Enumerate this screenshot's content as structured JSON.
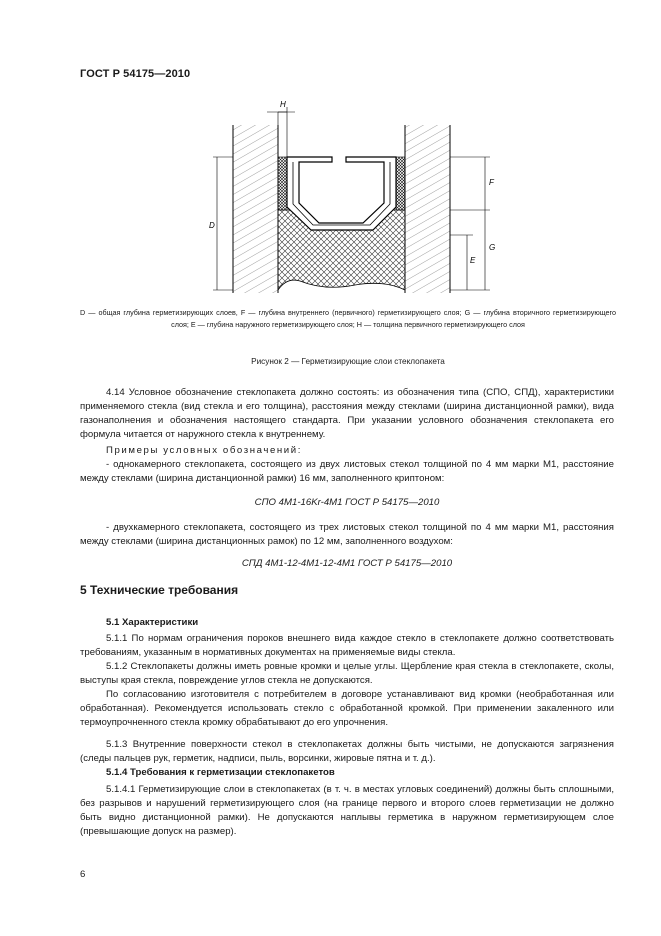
{
  "header": {
    "doc_id": "ГОСТ Р 54175—2010"
  },
  "figure": {
    "dim_labels": {
      "H": "H",
      "F": "F",
      "D": "D",
      "G": "G",
      "E": "E"
    },
    "legend": "D — общая глубина герметизирующих слоев, F — глубина внутреннего (первичного) герметизирующего слоя; G — глубина вторичного герметизирующего слоя; E — глубина наружного герметизирующего слоя; H — толщина первичного герметизирующего слоя",
    "caption": "Рисунок 2 — Герметизирующие слои стеклопакета"
  },
  "clause_4_14": {
    "text": "4.14 Условное обозначение стеклопакета должно состоять: из обозначения типа (СПО, СПД), характеристики применяемого стекла (вид стекла и его толщина), расстояния между стеклами (ширина дистанционной рамки), вида газонаполнения и обозначения настоящего стандарта. При указании условного обозначения стеклопакета его формула читается от наружного стекла к внутреннему.",
    "examples_heading": "Примеры условных обозначений:",
    "example1_text": "- однокамерного стеклопакета, состоящего из двух листовых стекол толщиной по 4 мм марки М1, расстояние между стеклами (ширина дистанционной рамки) 16 мм, заполненного криптоном:",
    "example1_formula": "СПО 4М1-16Kr-4М1 ГОСТ Р 54175—2010",
    "example2_text": "- двухкамерного стеклопакета, состоящего из трех листовых стекол толщиной по 4 мм марки М1, расстояния между стеклами (ширина дистанционных рамок) по 12 мм, заполненного воздухом:",
    "example2_formula": "СПД 4М1-12-4М1-12-4М1 ГОСТ Р 54175—2010"
  },
  "section_5": {
    "title": "5 Технические требования",
    "sub_5_1": "5.1 Характеристики",
    "p_5_1_1": "5.1.1 По нормам ограничения пороков внешнего вида каждое стекло в стеклопакете должно соответствовать требованиям, указанным в нормативных документах на применяемые виды стекла.",
    "p_5_1_2": "5.1.2 Стеклопакеты должны иметь ровные кромки и целые углы. Щербление края стекла в стеклопакете, сколы, выступы края стекла, повреждение углов стекла не допускаются.",
    "p_5_1_2b": "По согласованию изготовителя с потребителем в договоре устанавливают вид кромки (необработанная или обработанная). Рекомендуется использовать стекло с обработанной кромкой. При применении закаленного или термоупрочненного стекла кромку обрабатывают до его упрочнения.",
    "p_5_1_3": "5.1.3 Внутренние поверхности стекол в стеклопакетах должны быть чистыми, не допускаются загрязнения (следы пальцев рук, герметик, надписи, пыль, ворсинки, жировые пятна и т. д.).",
    "sub_5_1_4": "5.1.4 Требования к герметизации стеклопакетов",
    "p_5_1_4_1": "5.1.4.1 Герметизирующие слои в стеклопакетах (в т. ч. в местах угловых соединений) должны быть сплошными, без разрывов и нарушений герметизирующего слоя (на границе первого и второго слоев герметизации не должно быть видно дистанционной рамки). Не допускаются наплывы герметика в наружном герметизирующем слое (превышающие допуск на размер)."
  },
  "page_number": "6"
}
